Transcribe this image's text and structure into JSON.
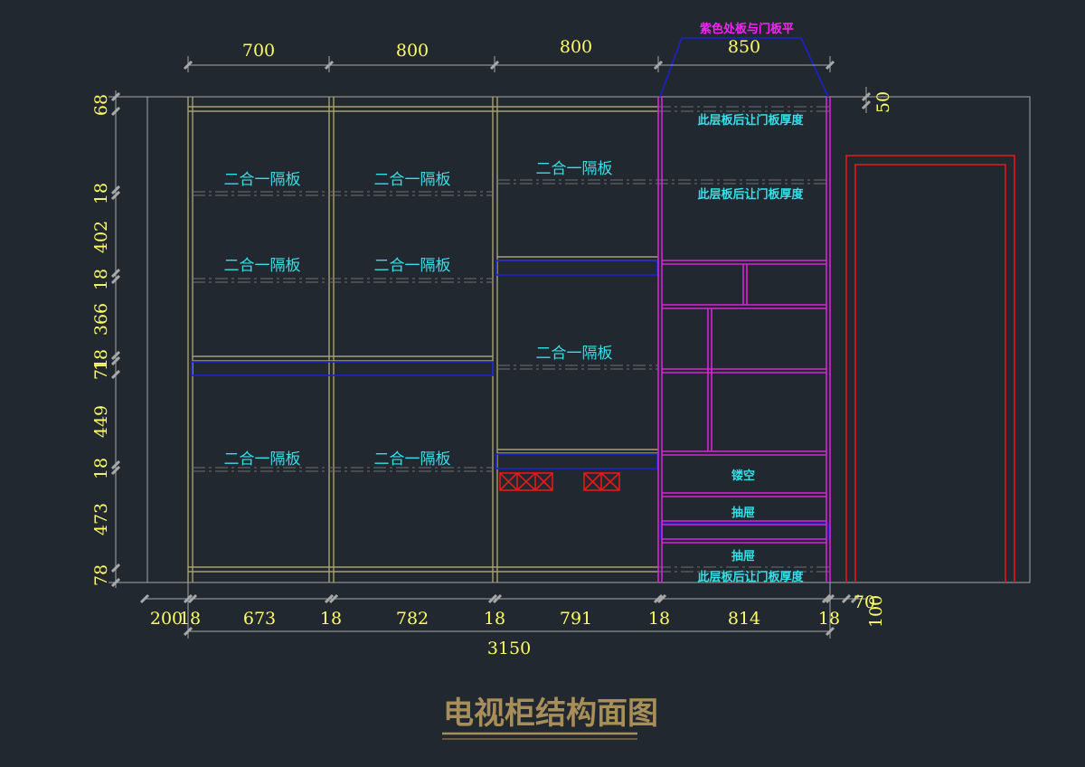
{
  "drawing": {
    "title": "电视柜结构面图",
    "top_dims": [
      "700",
      "800",
      "800",
      "850"
    ],
    "bottom_dims": [
      "200",
      "18",
      "673",
      "18",
      "782",
      "18",
      "791",
      "18",
      "814",
      "18"
    ],
    "right_dims": [
      "70",
      "100"
    ],
    "total_width": "3150",
    "left_dims": [
      "68",
      "18",
      "402",
      "18",
      "366",
      "18",
      "71",
      "449",
      "18",
      "473",
      "78"
    ],
    "top_right_dim": "50",
    "note_magenta": "紫色处板与门板平",
    "shelf_label": "二合一隔板",
    "note_shelf_thickness": "此层板后让门板厚度",
    "hollow_label": "镂空",
    "drawer_label": "抽屉"
  },
  "colors": {
    "background": "#212830",
    "dimension_text": "#ffff66",
    "cyan_text": "#33e0e8",
    "magenta": "#d822d8",
    "blue": "#1a22d0",
    "red": "#e81818",
    "wood": "#a8a070",
    "title": "#a88e58"
  }
}
